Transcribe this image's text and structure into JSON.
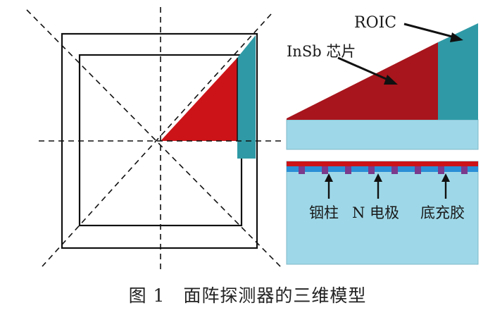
{
  "labels": {
    "roic": "ROIC",
    "insb_chip": "InSb 芯片",
    "indium_bump": "铟柱",
    "n_electrode": "N 电极",
    "underfill": "底充胶"
  },
  "caption": "图 1　面阵探测器的三维模型",
  "colors": {
    "insb": "#cc1418",
    "insb_dark": "#a8151c",
    "roic": "#2f9aa6",
    "substrate": "#9ed8e8",
    "bump": "#7b3a8c",
    "line": "#111111"
  }
}
